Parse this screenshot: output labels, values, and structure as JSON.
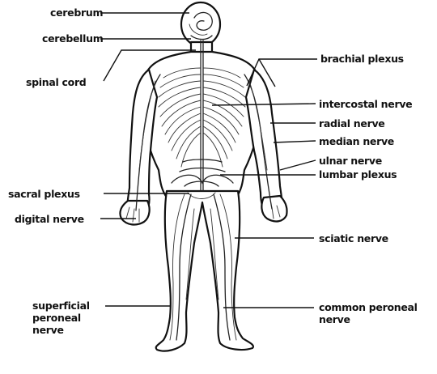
{
  "diagram": {
    "labels": {
      "cerebrum": "cerebrum",
      "cerebellum": "cerebellum",
      "spinal_cord": "spinal cord",
      "brachial_plexus": "brachial plexus",
      "intercostal_nerve": "intercostal nerve",
      "radial_nerve": "radial nerve",
      "median_nerve": "median nerve",
      "ulnar_nerve": "ulnar nerve",
      "lumbar_plexus": "lumbar plexus",
      "sacral_plexus": "sacral plexus",
      "digital_nerve": "digital nerve",
      "sciatic_nerve": "sciatic nerve",
      "superficial_peroneal_nerve": "superficial\nperoneal\nnerve",
      "common_peroneal_nerve": "common peroneal\nnerve"
    }
  }
}
